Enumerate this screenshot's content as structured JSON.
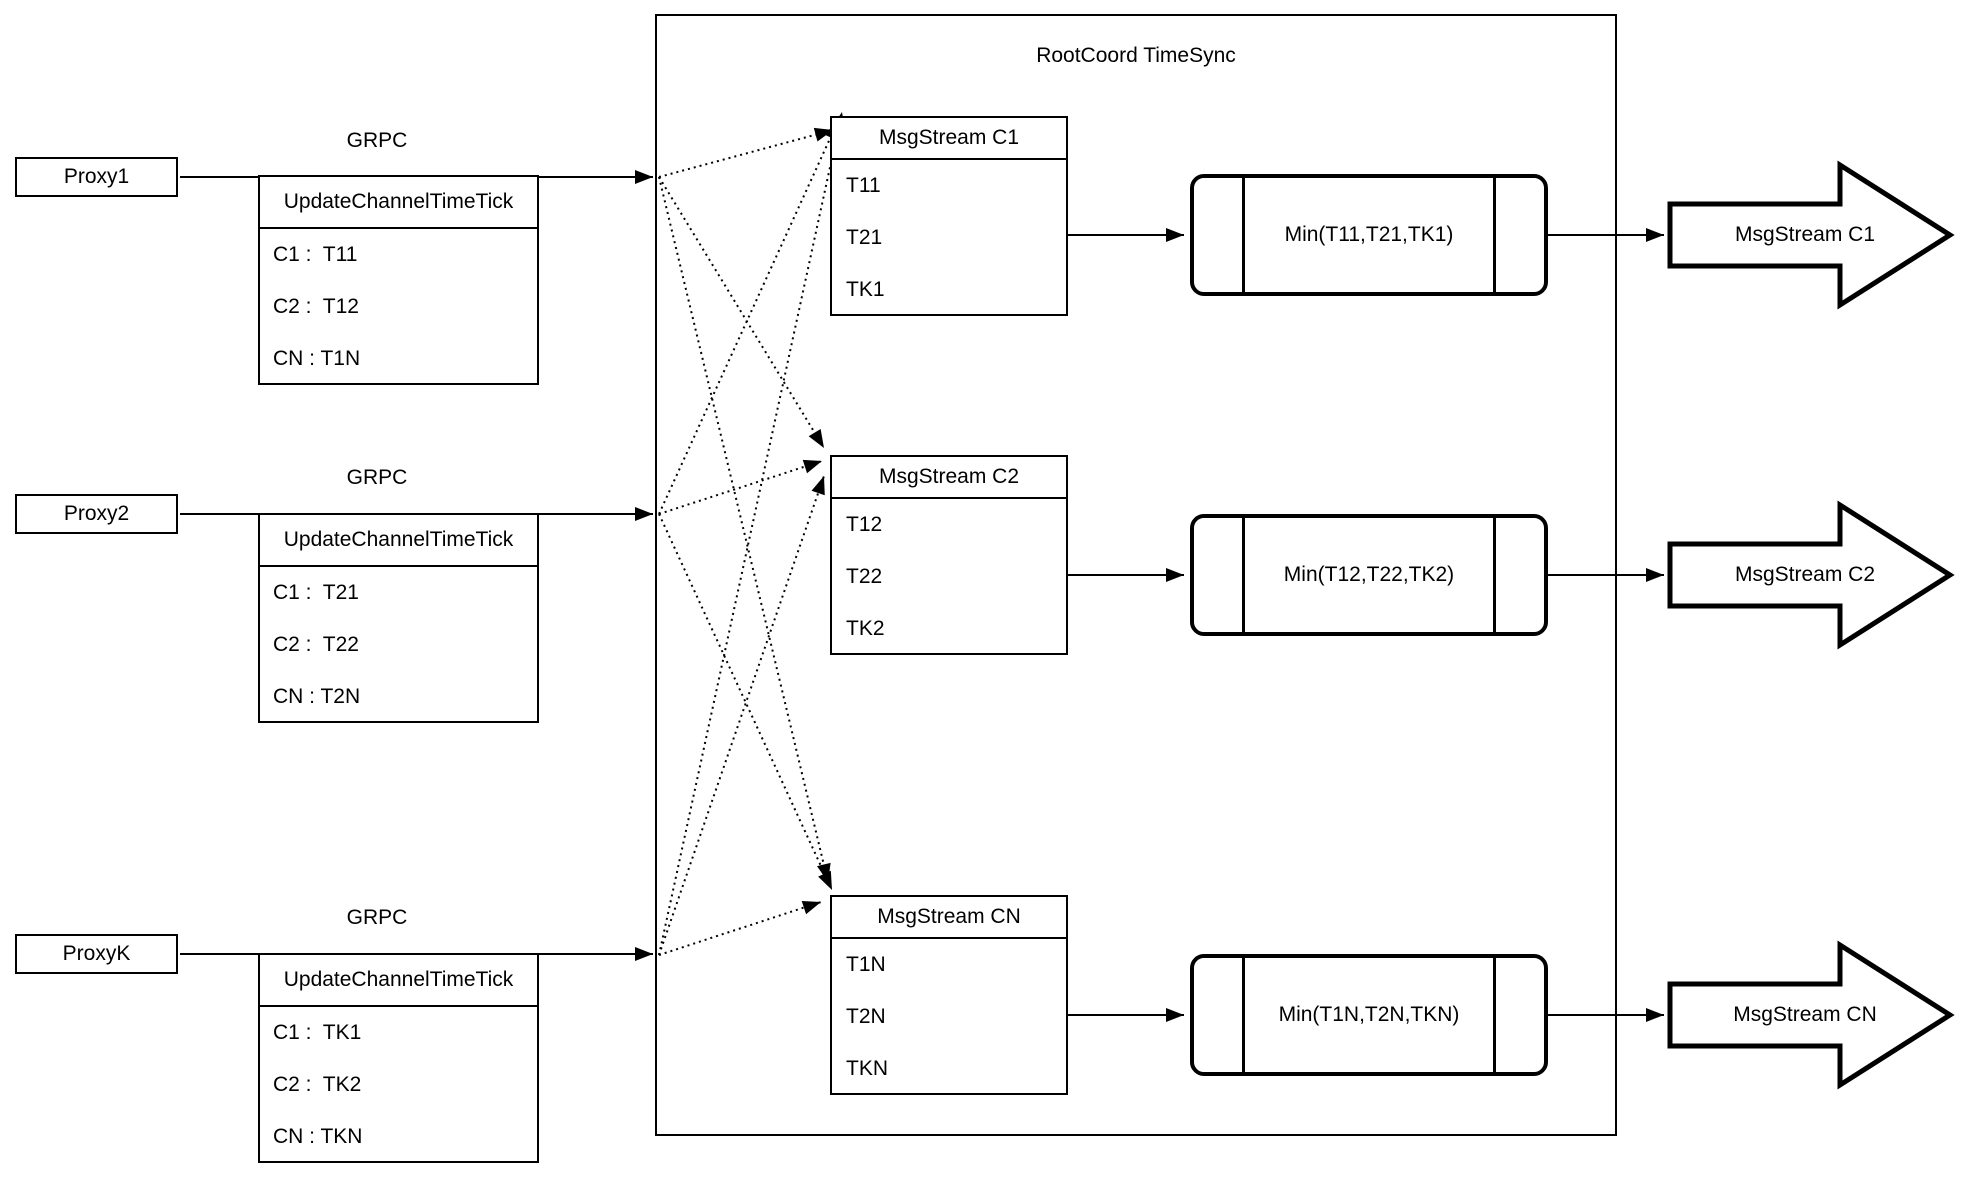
{
  "diagram_title": "RootCoord TimeSync",
  "colors": {
    "line": "#000000",
    "background": "#ffffff"
  },
  "proxies": [
    {
      "name": "Proxy1",
      "protocol_label": "GRPC",
      "table_header": "UpdateChannelTimeTick",
      "rows": [
        "C1 :  T11",
        "C2 :  T12",
        "CN : T1N"
      ]
    },
    {
      "name": "Proxy2",
      "protocol_label": "GRPC",
      "table_header": "UpdateChannelTimeTick",
      "rows": [
        "C1 :  T21",
        "C2 :  T22",
        "CN : T2N"
      ]
    },
    {
      "name": "ProxyK",
      "protocol_label": "GRPC",
      "table_header": "UpdateChannelTimeTick",
      "rows": [
        "C1 :  TK1",
        "C2 :  TK2",
        "CN : TKN"
      ]
    }
  ],
  "streams": [
    {
      "table_header": "MsgStream C1",
      "rows": [
        "T11",
        "T21",
        "TK1"
      ],
      "min_label": "Min(T11,T21,TK1)",
      "output_label": "MsgStream C1"
    },
    {
      "table_header": "MsgStream C2",
      "rows": [
        "T12",
        "T22",
        "TK2"
      ],
      "min_label": "Min(T12,T22,TK2)",
      "output_label": "MsgStream C2"
    },
    {
      "table_header": "MsgStream CN",
      "rows": [
        "T1N",
        "T2N",
        "TKN"
      ],
      "min_label": "Min(T1N,T2N,TKN)",
      "output_label": "MsgStream CN"
    }
  ]
}
